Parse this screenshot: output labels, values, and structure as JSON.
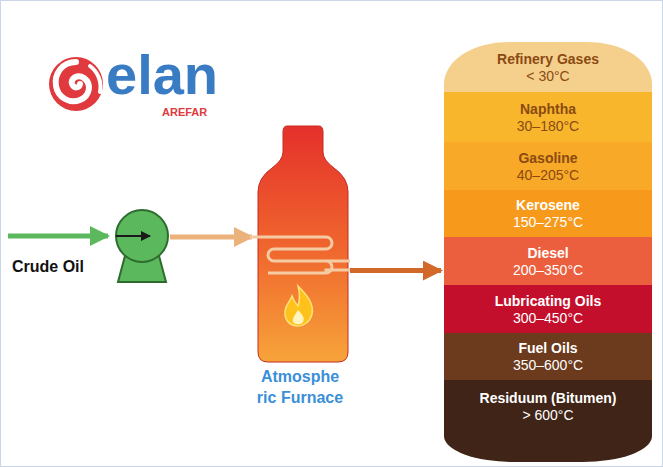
{
  "diagram": {
    "nodes": [
      {
        "text": [
          "Atmosphe ric Furnace"
        ]
      },
      {
        "text": [
          "Refinery Gases",
          "< 30°C"
        ]
      },
      {
        "text": [
          "Naphtha",
          "30–180°C"
        ]
      },
      {
        "text": [
          "Gasoline",
          "40–205°C"
        ]
      },
      {
        "text": [
          "Kerosene",
          "150–275°C"
        ]
      },
      {
        "text": [
          "Diesel",
          "200–350°C"
        ]
      },
      {
        "text": [
          "Lubricating Oils",
          "300–450°C"
        ]
      },
      {
        "text": [
          "Fuel Oils",
          "350–600°C"
        ]
      },
      {
        "text": [
          "Residuum (Bitumen)",
          "> 600°C"
        ]
      }
    ],
    "edges": [
      {
        "from": 0,
        "to": 5,
        "arrow": "to"
      }
    ],
    "labels": [
      "elan",
      "AREFAR",
      "Crude Oil"
    ]
  }
}
